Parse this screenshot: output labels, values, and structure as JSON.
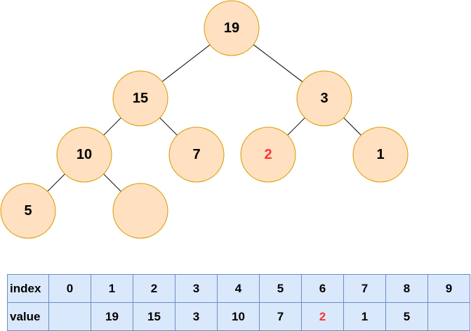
{
  "colors": {
    "node_fill": "#ffe0c0",
    "node_stroke": "#d79b00",
    "edge": "#000000",
    "highlight_text": "#ff3333",
    "table_fill": "#dae8fc",
    "table_stroke": "#6c8ebf"
  },
  "tree": {
    "nodes": [
      {
        "id": "n1",
        "label": "19",
        "highlight": false
      },
      {
        "id": "n2",
        "label": "15",
        "highlight": false
      },
      {
        "id": "n3",
        "label": "3",
        "highlight": false
      },
      {
        "id": "n4",
        "label": "10",
        "highlight": false
      },
      {
        "id": "n5",
        "label": "7",
        "highlight": false
      },
      {
        "id": "n6",
        "label": "2",
        "highlight": true
      },
      {
        "id": "n7",
        "label": "1",
        "highlight": false
      },
      {
        "id": "n8",
        "label": "5",
        "highlight": false
      },
      {
        "id": "n9",
        "label": "",
        "highlight": false
      }
    ],
    "edges": [
      [
        "n1",
        "n2"
      ],
      [
        "n1",
        "n3"
      ],
      [
        "n2",
        "n4"
      ],
      [
        "n2",
        "n5"
      ],
      [
        "n3",
        "n6"
      ],
      [
        "n3",
        "n7"
      ],
      [
        "n4",
        "n8"
      ],
      [
        "n4",
        "n9"
      ]
    ]
  },
  "table": {
    "index_label": "index",
    "value_label": "value",
    "indices": [
      "0",
      "1",
      "2",
      "3",
      "4",
      "5",
      "6",
      "7",
      "8",
      "9"
    ],
    "values": [
      "",
      "19",
      "15",
      "3",
      "10",
      "7",
      "2",
      "1",
      "5",
      ""
    ],
    "highlight_index": 6
  }
}
